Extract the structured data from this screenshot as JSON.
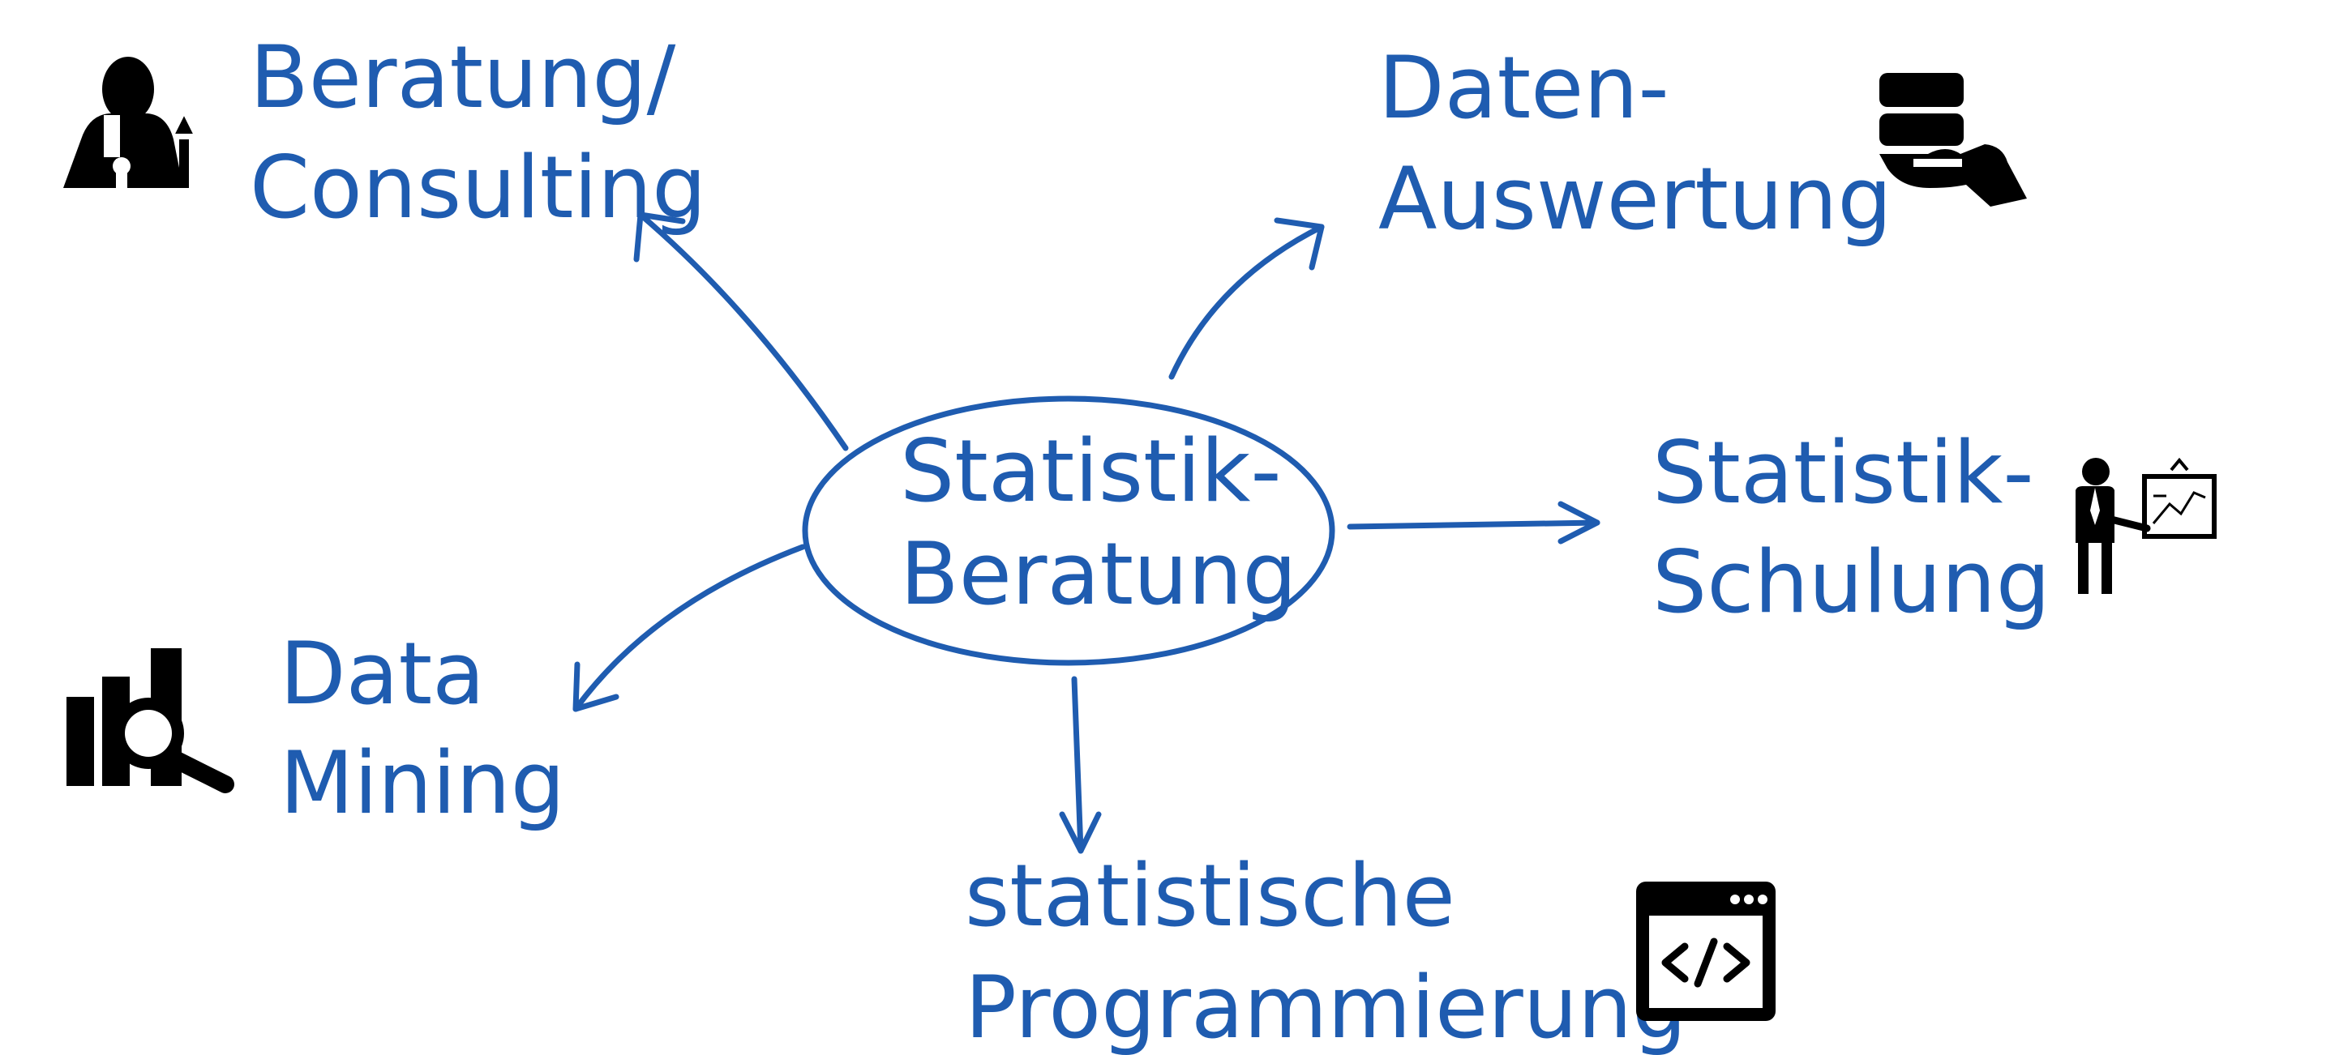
{
  "diagram": {
    "center": {
      "line1": "Statistik-",
      "line2": "Beratung"
    },
    "nodes": {
      "consulting": {
        "line1": "Beratung/",
        "line2": "Consulting",
        "icon": "consultant-chart-icon"
      },
      "auswertung": {
        "line1": "Daten-",
        "line2": "Auswertung",
        "icon": "hand-data-icon"
      },
      "schulung": {
        "line1": "Statistik-",
        "line2": "Schulung",
        "icon": "presenter-board-icon"
      },
      "programmierung": {
        "line1": "statistische",
        "line2": "Programmierung",
        "icon": "code-window-icon"
      },
      "mining": {
        "line1": "Data",
        "line2": "Mining",
        "icon": "chart-magnifier-icon"
      }
    },
    "colors": {
      "text": "#1f5cb0",
      "line": "#1f5cb0",
      "icon": "#000000",
      "background": "#ffffff"
    }
  }
}
